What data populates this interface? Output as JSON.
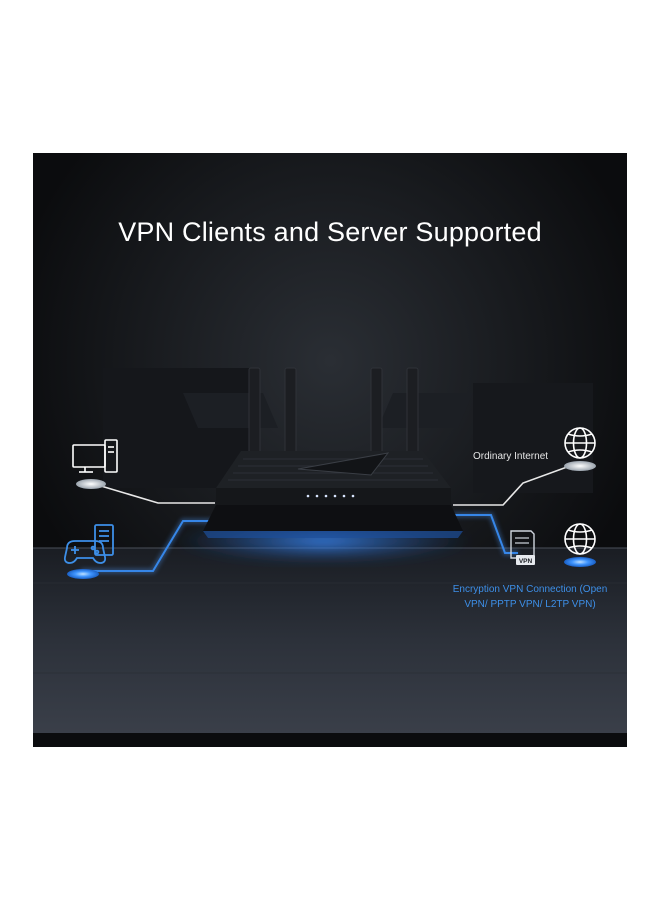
{
  "banner": {
    "title": "VPN Clients and Server Supported",
    "labels": {
      "ordinary_internet": "Ordinary Internet",
      "vpn_connection": "Encryption VPN Connection (Open VPN/ PPTP VPN/ L2TP VPN)"
    },
    "vpn_badge": "VPN",
    "icons": [
      "desktop-computer-icon",
      "game-controller-icon",
      "globe-icon",
      "vpn-server-icon"
    ],
    "colors": {
      "background": "#0b0c0e",
      "white_line": "#e8e8e8",
      "vpn_blue": "#2f7fe0",
      "vpn_text": "#3d8fe8"
    }
  }
}
